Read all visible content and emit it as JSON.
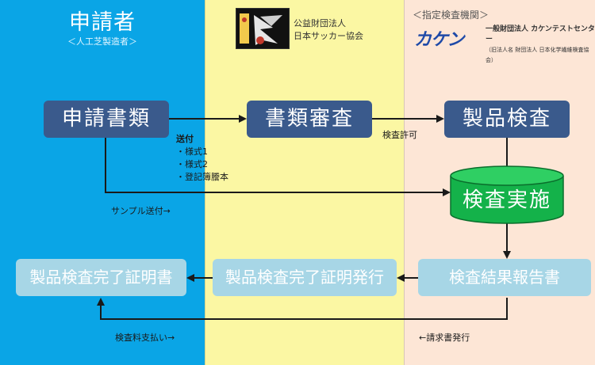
{
  "applicant": {
    "title": "申請者",
    "subtitle": "＜人工芝製造者＞"
  },
  "jfa": {
    "org_line1": "公益財団法人",
    "org_line2": "日本サッカー協会"
  },
  "designated": {
    "label": "＜指定検査機関＞",
    "logo_text": "カケン",
    "org_line1": "一般財団法人 カケンテストセンター",
    "org_line2": "（旧法人名 財団法人 日本化学繊維検査協会）"
  },
  "boxes": {
    "apply_docs": "申請書類",
    "doc_review": "書類審査",
    "product_inspection": "製品検査",
    "inspection_run": "検査実施",
    "certificate": "製品検査完了証明書",
    "certificate_issue": "製品検査完了証明発行",
    "report": "検査結果報告書"
  },
  "send_list": {
    "header": "送付",
    "items": [
      "・様式1",
      "・様式2",
      "・登記簿謄本"
    ]
  },
  "labels": {
    "sample_send": "サンプル送付→",
    "inspection_permit": "検査許可",
    "fee_payment": "検査料支払い→",
    "invoice_issue": "←請求書発行"
  },
  "colors": {
    "applicant_bg": "#0aa5e6",
    "jfa_bg": "#fbf7a3",
    "kaken_bg": "#fde6d6",
    "dark_box": "#3a5a8c",
    "light_box": "#a7d6e6",
    "cylinder": "#14b24a"
  }
}
